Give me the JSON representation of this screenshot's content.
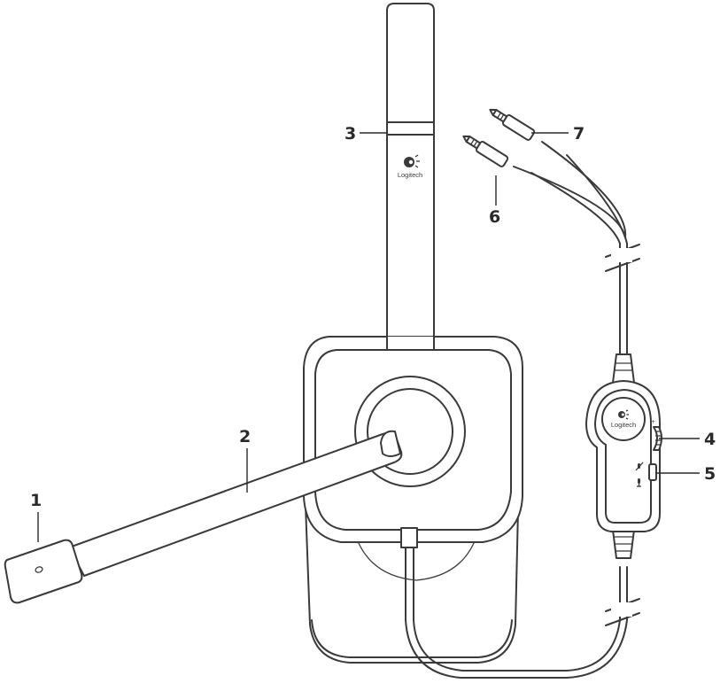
{
  "brand": {
    "headband_logo_text": "Logitech",
    "controller_logo_text": "Logitech"
  },
  "callouts": [
    {
      "id": "1",
      "label": "1"
    },
    {
      "id": "2",
      "label": "2"
    },
    {
      "id": "3",
      "label": "3"
    },
    {
      "id": "4",
      "label": "4"
    },
    {
      "id": "5",
      "label": "5"
    },
    {
      "id": "6",
      "label": "6"
    },
    {
      "id": "7",
      "label": "7"
    }
  ],
  "colors": {
    "line": "#3a3a3a",
    "background": "#ffffff"
  },
  "icons": [
    "logitech-logo-icon",
    "mic-mute-icon",
    "mic-icon",
    "volume-wheel-icon",
    "audio-plug-icon"
  ]
}
